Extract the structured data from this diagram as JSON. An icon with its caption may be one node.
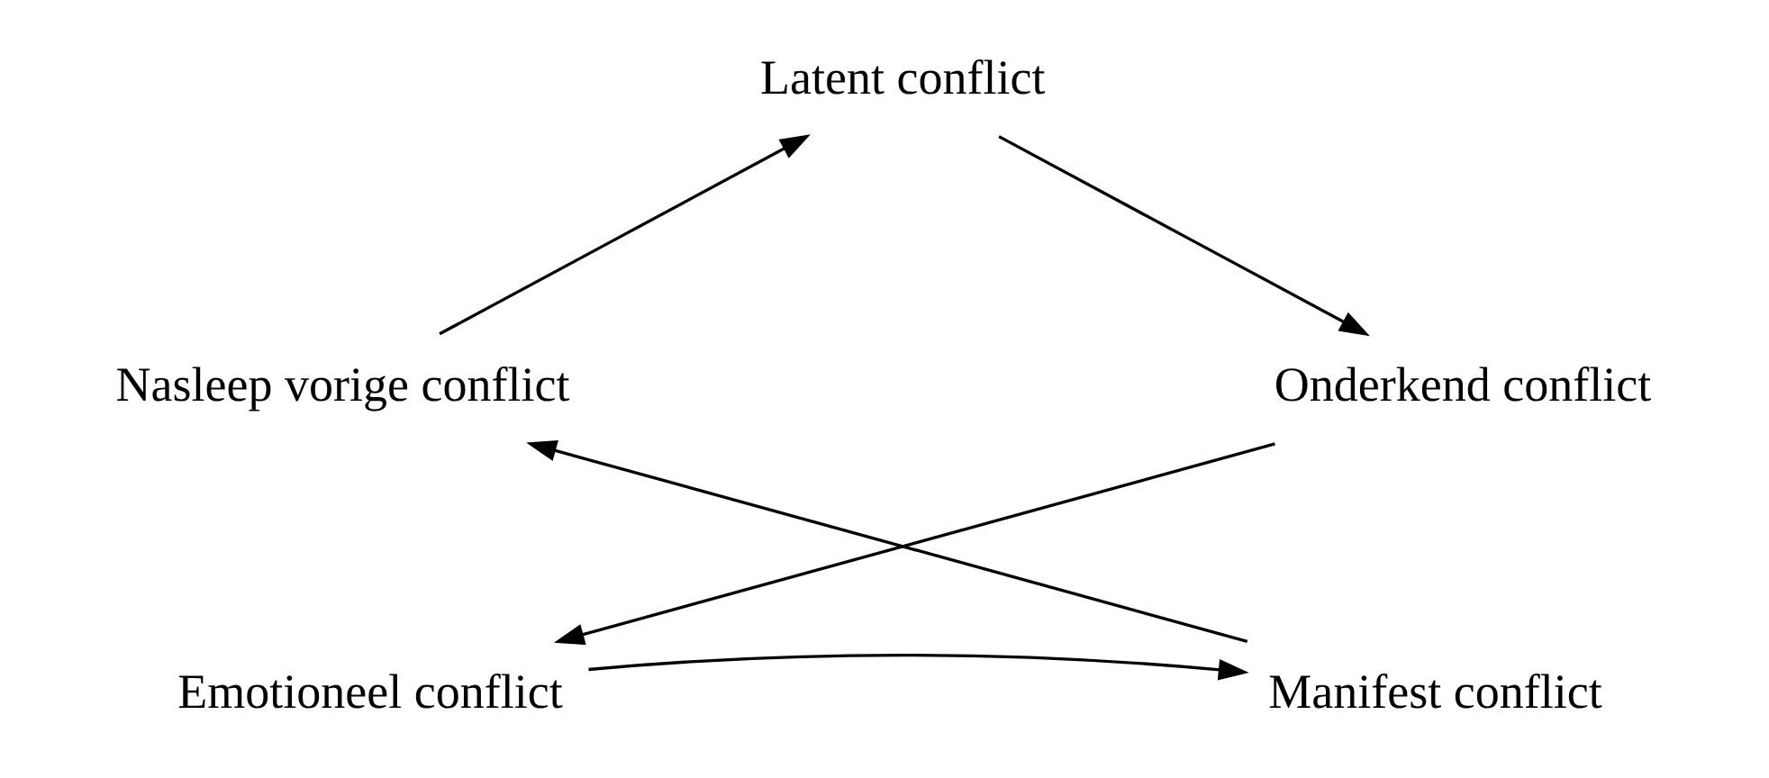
{
  "diagram": {
    "nodes": [
      {
        "text": [
          "Latent conflict"
        ]
      },
      {
        "text": [
          "Onderkend conflict"
        ]
      },
      {
        "text": [
          "Emotioneel conflict"
        ]
      },
      {
        "text": [
          "Manifest conflict"
        ]
      },
      {
        "text": [
          "Nasleep vorige conflict"
        ]
      }
    ],
    "edges": [
      {
        "from": 0,
        "to": 1,
        "arrow": "to"
      },
      {
        "from": 1,
        "to": 2,
        "arrow": "to"
      },
      {
        "from": 2,
        "to": 3,
        "arrow": "to"
      },
      {
        "from": 3,
        "to": 4,
        "arrow": "to"
      },
      {
        "from": 4,
        "to": 0,
        "arrow": "to"
      }
    ]
  }
}
